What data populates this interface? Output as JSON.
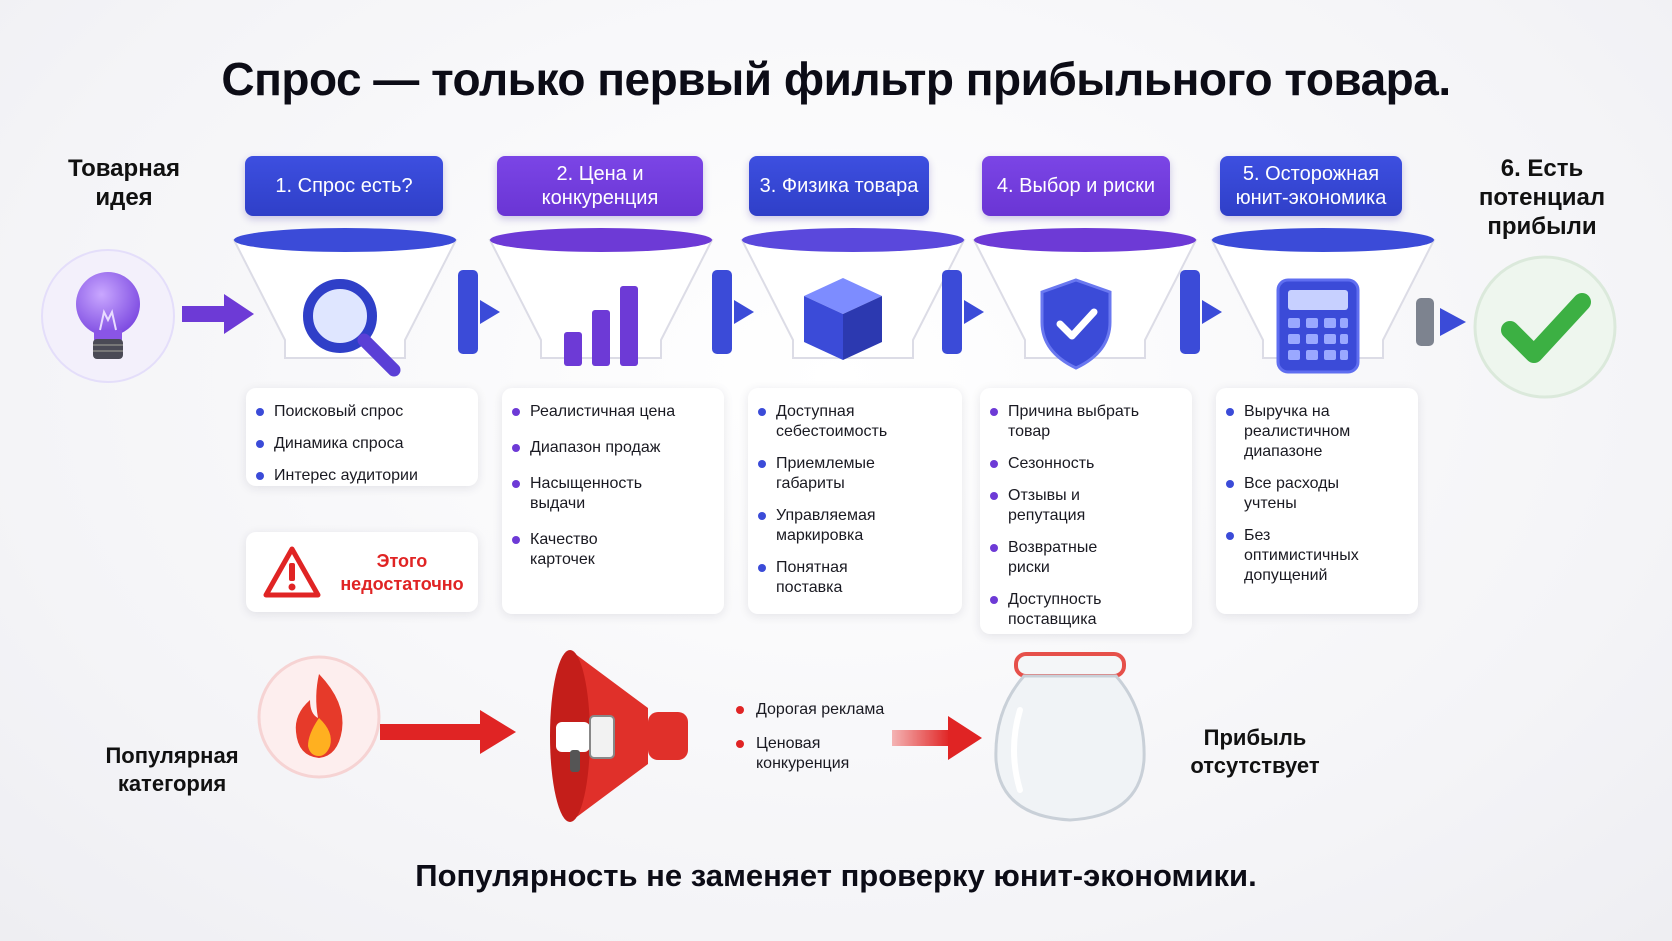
{
  "title": "Спрос — только первый фильтр прибыльного товара.",
  "start_label": "Товарная идея",
  "end_label": "6. Есть потенциал прибыли",
  "stages": [
    {
      "label": "1. Спрос есть?",
      "icon": "magnifier-icon",
      "color": "#3b4bd8",
      "items": [
        "Поисковый спрос",
        "Динамика спроса",
        "Интерес аудитории"
      ]
    },
    {
      "label": "2. Цена и конкуренция",
      "icon": "bar-chart-icon",
      "color": "#6d3ad6",
      "items": [
        "Реалистичная цена",
        "Диапазон продаж",
        "Насыщенность выдачи",
        "Качество карточек"
      ]
    },
    {
      "label": "3. Физика товара",
      "icon": "box-icon",
      "color": "#3b4bd8",
      "items": [
        "Доступная себестоимость",
        "Приемлемые габариты",
        "Управляемая маркировка",
        "Понятная поставка"
      ]
    },
    {
      "label": "4. Выбор и риски",
      "icon": "shield-check-icon",
      "color": "#6d3ad6",
      "items": [
        "Причина выбрать товар",
        "Сезонность",
        "Отзывы и репутация",
        "Возвратные риски",
        "Доступность поставщика"
      ]
    },
    {
      "label": "5. Осторожная юнит-экономика",
      "icon": "calculator-icon",
      "color": "#3b4bd8",
      "items": [
        "Выручка на реалистичном диапазоне",
        "Все расходы учтены",
        "Без оптимистичных допущений"
      ]
    }
  ],
  "warning": {
    "text": "Этого недостаточно",
    "icon": "warning-triangle-icon"
  },
  "bottom": {
    "start_label": "Популярная категория",
    "start_icon": "fire-icon",
    "middle_icon": "megaphone-icon",
    "items": [
      "Дорогая реклама",
      "Ценовая конкуренция"
    ],
    "end_icon": "empty-jar-icon",
    "end_label": "Прибыль отсутствует"
  },
  "footer": "Популярность не заменяет проверку юнит-экономики.",
  "colors": {
    "blue": "#3b4bd8",
    "purple": "#6d3ad6",
    "red": "#e02424",
    "green": "#3cb043"
  }
}
